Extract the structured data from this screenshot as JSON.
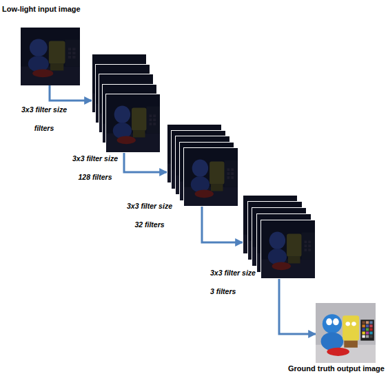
{
  "diagram": {
    "nodes": [
      {
        "text": [
          "Low-light input image"
        ]
      },
      {
        "text": []
      },
      {
        "text": []
      },
      {
        "text": []
      },
      {
        "text": [
          "Ground truth output image"
        ]
      }
    ],
    "edges": [
      {
        "from": 0,
        "to": 1,
        "arrow": "to",
        "label": "3x3 filter size filters"
      },
      {
        "from": 1,
        "to": 2,
        "arrow": "to",
        "label": "3x3 filter size 128 filters"
      },
      {
        "from": 2,
        "to": 3,
        "arrow": "to",
        "label": "3x3 filter size 32 filters"
      },
      {
        "from": 3,
        "to": 4,
        "arrow": "to",
        "label": "3x3 filter size 3 filters"
      }
    ]
  }
}
